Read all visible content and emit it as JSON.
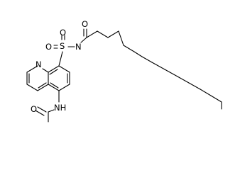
{
  "molecule": {
    "atoms": {
      "ring_n": "N",
      "amide_o": "O",
      "sulfur": "S",
      "sulfonyl_o_top": "O",
      "sulfonyl_o_left": "O",
      "sulfonyl_n": "N",
      "acetamide_o": "O",
      "acetamide_nh": "NH"
    }
  }
}
